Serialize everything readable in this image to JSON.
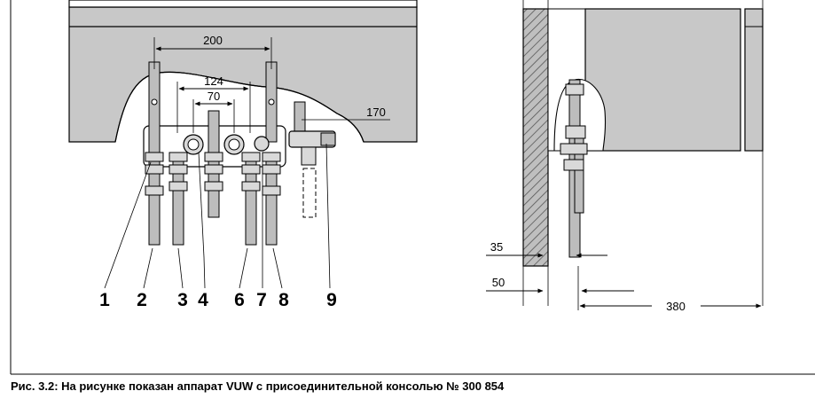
{
  "figure": {
    "caption": "Рис. 3.2: На рисунке показан аппарат VUW с присоединительной консолью № 300 854",
    "left_view": {
      "dimensions": {
        "d200": "200",
        "d124": "124",
        "d70": "70",
        "d170": "170"
      },
      "callouts": [
        "1",
        "2",
        "3",
        "4",
        "6",
        "7",
        "8",
        "9"
      ]
    },
    "right_view": {
      "dimensions": {
        "d35": "35",
        "d50": "50",
        "d380": "380"
      }
    },
    "colors": {
      "body_fill": "#c8c8c8",
      "line": "#000000",
      "pipe_fill": "#bdbdbd",
      "background": "#ffffff"
    }
  }
}
